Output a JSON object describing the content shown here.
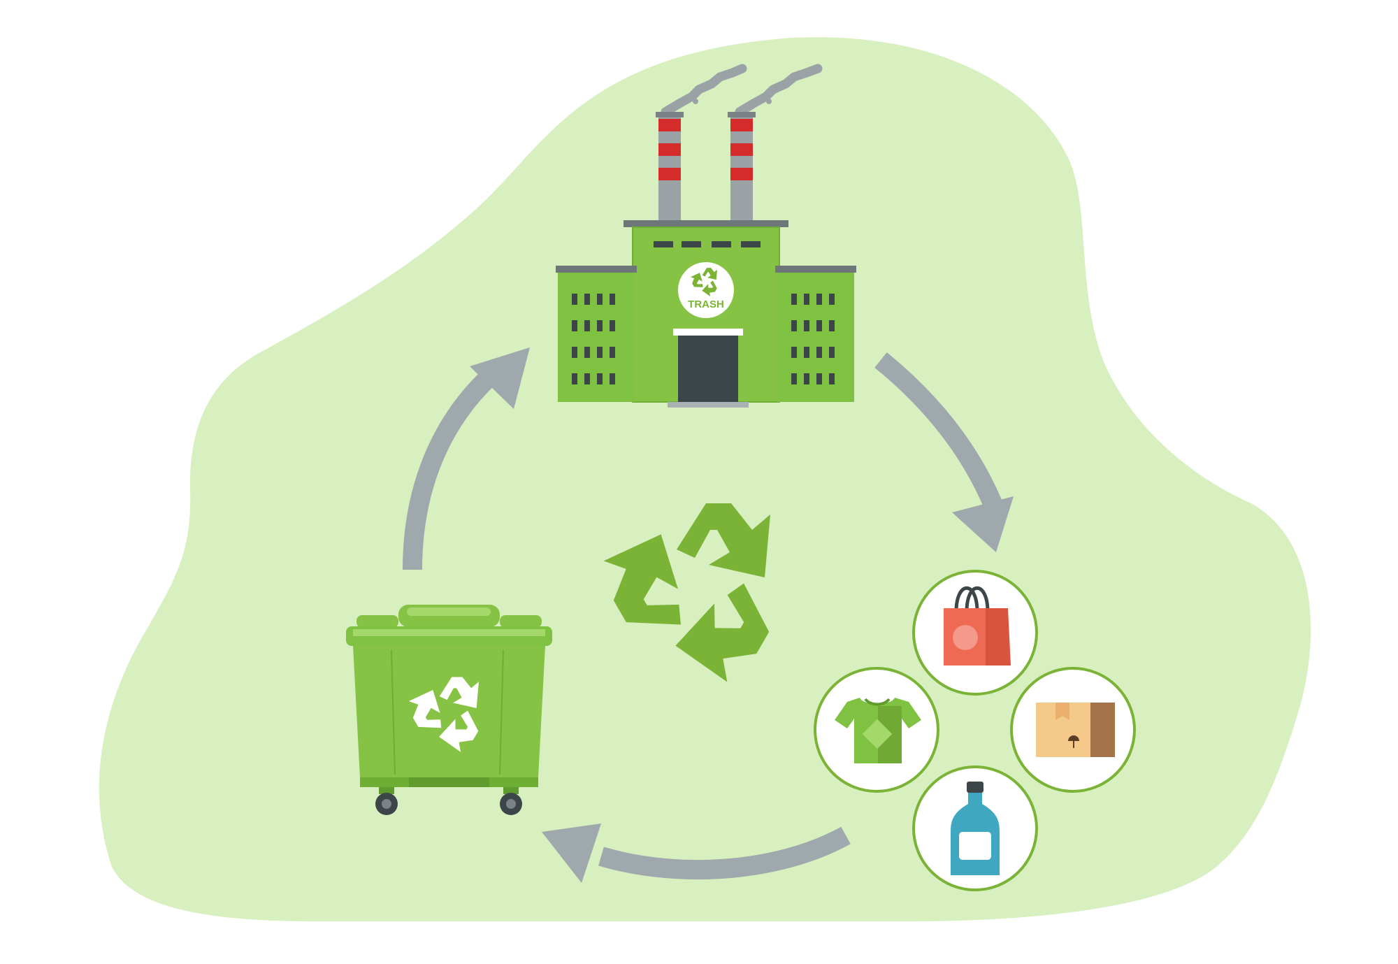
{
  "factory": {
    "sign_text": "TRASH",
    "sign_icon": "recycle-icon"
  },
  "cycle": {
    "center_icon": "recycle-icon",
    "arrows": [
      "factory-to-products",
      "products-to-bin",
      "bin-to-factory"
    ]
  },
  "products": [
    {
      "name": "shopping-bag",
      "icon": "shopping-bag-icon"
    },
    {
      "name": "t-shirt",
      "icon": "t-shirt-icon"
    },
    {
      "name": "cardboard-box",
      "icon": "cardboard-box-icon"
    },
    {
      "name": "bottle",
      "icon": "bottle-icon"
    }
  ],
  "bin": {
    "icon": "recycle-icon"
  },
  "colors": {
    "background_blob": "#d8efc0",
    "green_primary": "#7fc241",
    "green_dark": "#5f9c2d",
    "green_symbol": "#7ab335",
    "arrow_gray": "#9ea8ad",
    "smoke_gray": "#9aa2a6",
    "chimney_red": "#d62b2b",
    "door_dark": "#3c4649",
    "circle_border": "#7ab335"
  }
}
